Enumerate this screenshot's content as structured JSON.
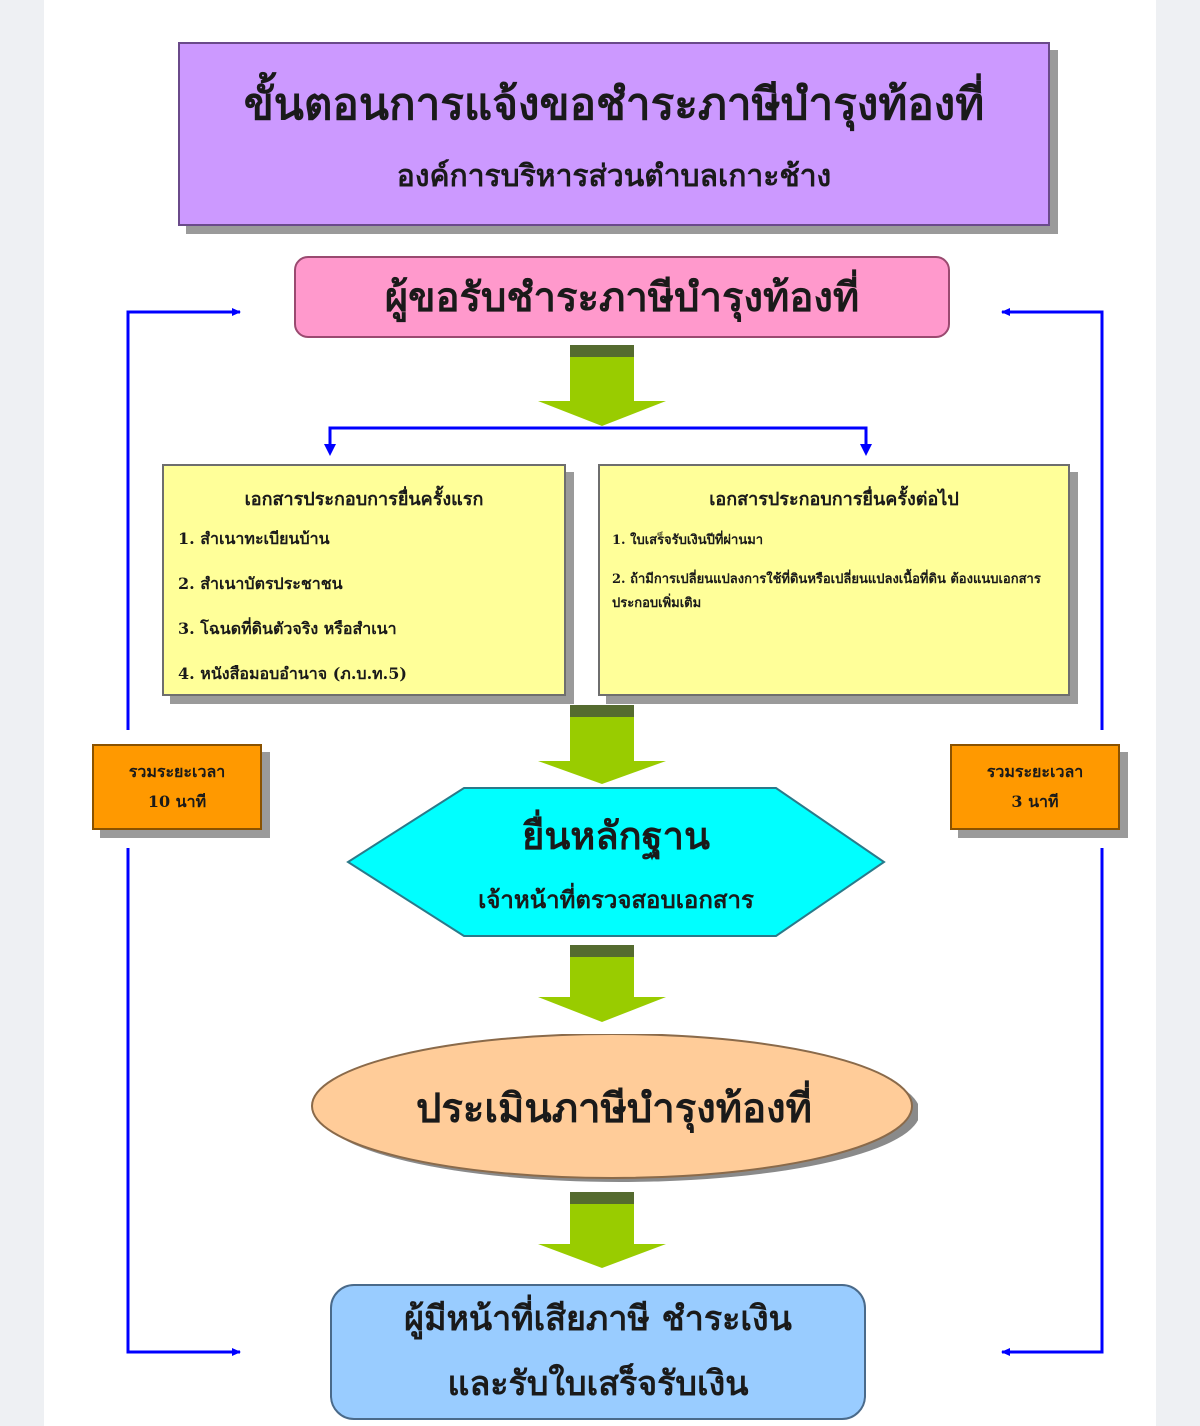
{
  "diagram": {
    "title": {
      "main": "ขั้นตอนการแจ้งขอชำระภาษีบำรุงท้องที่",
      "sub": "องค์การบริหารส่วนตำบลเกาะช้าง"
    },
    "applicant": "ผู้ขอรับชำระภาษีบำรุงท้องที่",
    "documents_first_time": {
      "title": "เอกสารประกอบการยื่นครั้งแรก",
      "items": [
        "1. สำเนาทะเบียนบ้าน",
        "2. สำเนาบัตรประชาชน",
        "3. โฉนดที่ดินตัวจริง หรือสำเนา",
        "4. หนังสือมอบอำนาจ (ภ.บ.ท.5)"
      ]
    },
    "documents_next_time": {
      "title": "เอกสารประกอบการยื่นครั้งต่อไป",
      "items": [
        "1. ใบเสร็จรับเงินปีที่ผ่านมา",
        "2. ถ้ามีการเปลี่ยนแปลงการใช้ที่ดินหรือเปลี่ยนแปลงเนื้อที่ดิน ต้องแนบเอกสารประกอบเพิ่มเติม"
      ]
    },
    "time_left": {
      "line1": "รวมระยะเวลา",
      "line2": "10 นาที"
    },
    "time_right": {
      "line1": "รวมระยะเวลา",
      "line2": "3 นาที"
    },
    "submit": {
      "main": "ยื่นหลักฐาน",
      "sub": "เจ้าหน้าที่ตรวจสอบเอกสาร"
    },
    "assess": "ประเมินภาษีบำรุงท้องที่",
    "payment": {
      "line1": "ผู้มีหน้าที่เสียภาษี ชำระเงิน",
      "line2": "และรับใบเสร็จรับเงิน"
    },
    "colors": {
      "title_fill": "#cc99ff",
      "applicant_fill": "#ff99cc",
      "documents_fill": "#ffff99",
      "time_fill": "#ff9900",
      "submit_fill": "#00ffff",
      "assess_fill": "#ffcc99",
      "payment_fill": "#99ccff",
      "arrow_fill": "#99cc00",
      "connector": "#0000ff"
    }
  }
}
